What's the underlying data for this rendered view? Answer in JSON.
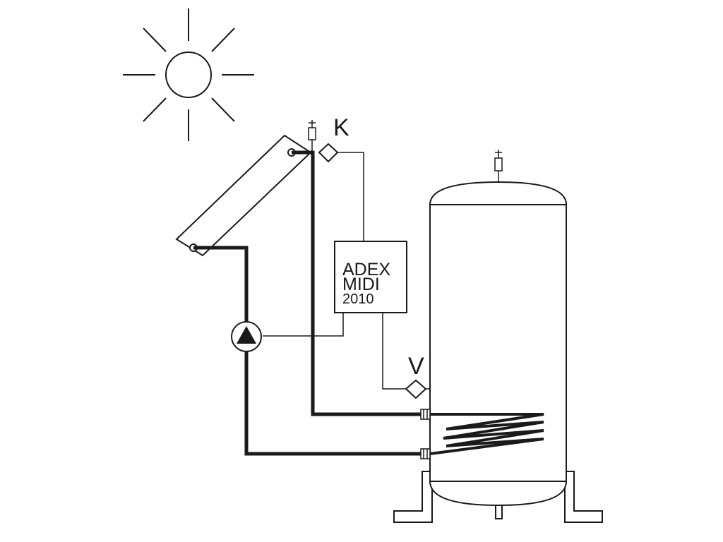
{
  "sensors": {
    "collector_sensor_label": "K",
    "tank_sensor_label": "V"
  },
  "controller": {
    "line1": "ADEX",
    "line2": "MIDI",
    "line3": "2010"
  },
  "colors": {
    "stroke": "#1a1a1a",
    "background": "#ffffff"
  }
}
